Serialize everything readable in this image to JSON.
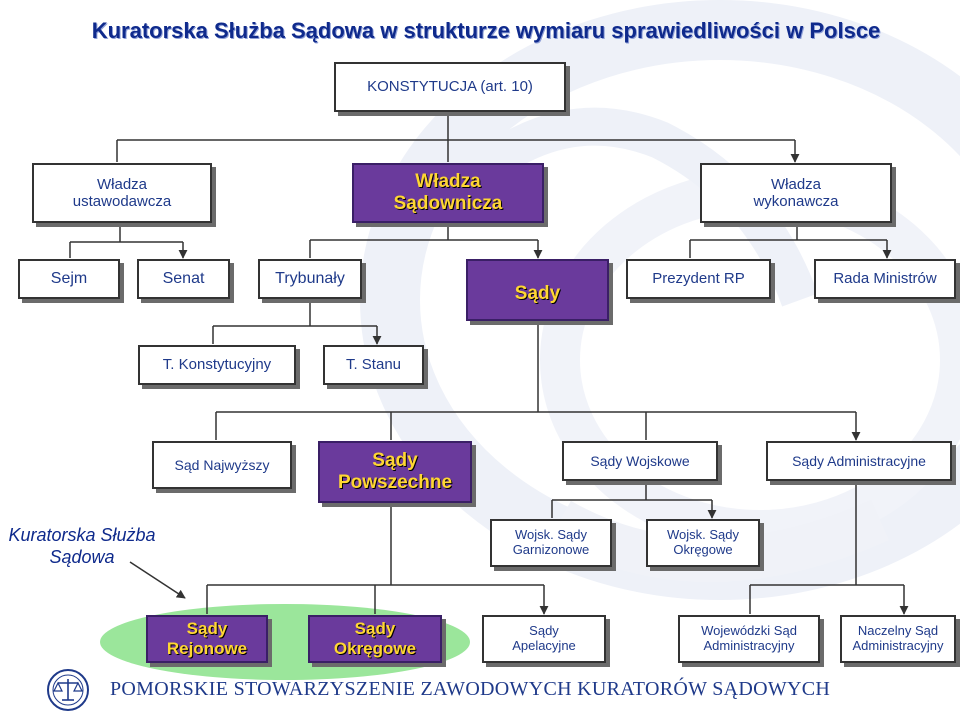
{
  "title": "Kuratorska Służba Sądowa w strukturze wymiaru sprawiedliwości w Polsce",
  "constitution": "KONSTYTUCJA (art. 10)",
  "powers": {
    "legislative": [
      "Władza",
      "ustawodawcza"
    ],
    "judicial": [
      "Władza",
      "Sądownicza"
    ],
    "executive": [
      "Władza",
      "wykonawcza"
    ]
  },
  "level2": {
    "sejm": "Sejm",
    "senat": "Senat",
    "trybunaly": "Trybunały",
    "sady": "Sądy",
    "prezydent": "Prezydent RP",
    "rada": "Rada Ministrów"
  },
  "tribunals": {
    "konstytucyjny": "T. Konstytucyjny",
    "stanu": "T. Stanu"
  },
  "courts": {
    "najwyzszy": "Sąd Najwyższy",
    "powszechne": [
      "Sądy",
      "Powszechne"
    ],
    "wojskowe": "Sądy Wojskowe",
    "administracyjne": "Sądy Administracyjne"
  },
  "military": {
    "garnizonowe": [
      "Wojsk. Sądy",
      "Garnizonowe"
    ],
    "okregowe": [
      "Wojsk. Sądy",
      "Okręgowe"
    ]
  },
  "kss_label": [
    "Kuratorska Służba",
    "Sądowa"
  ],
  "bottom": {
    "rejonowe": [
      "Sądy",
      "Rejonowe"
    ],
    "okregowe": [
      "Sądy",
      "Okręgowe"
    ],
    "apelacyjne": [
      "Sądy",
      "Apelacyjne"
    ],
    "wsa": [
      "Wojewódzki Sąd",
      "Administracyjny"
    ],
    "nsa": [
      "Naczelny Sąd",
      "Administracyjny"
    ]
  },
  "footer": "POMORSKIE STOWARZYSZENIE ZAWODOWYCH KURATORÓW SĄDOWYCH",
  "colors": {
    "accent_purple": "#6a3a9c",
    "accent_gold": "#ffd633",
    "text_blue": "#1f3a8a",
    "highlight_green": "#9be69b"
  },
  "icons": {
    "logo": "scales-of-justice-emblem",
    "decoration": "faded-eagle-watermark"
  }
}
